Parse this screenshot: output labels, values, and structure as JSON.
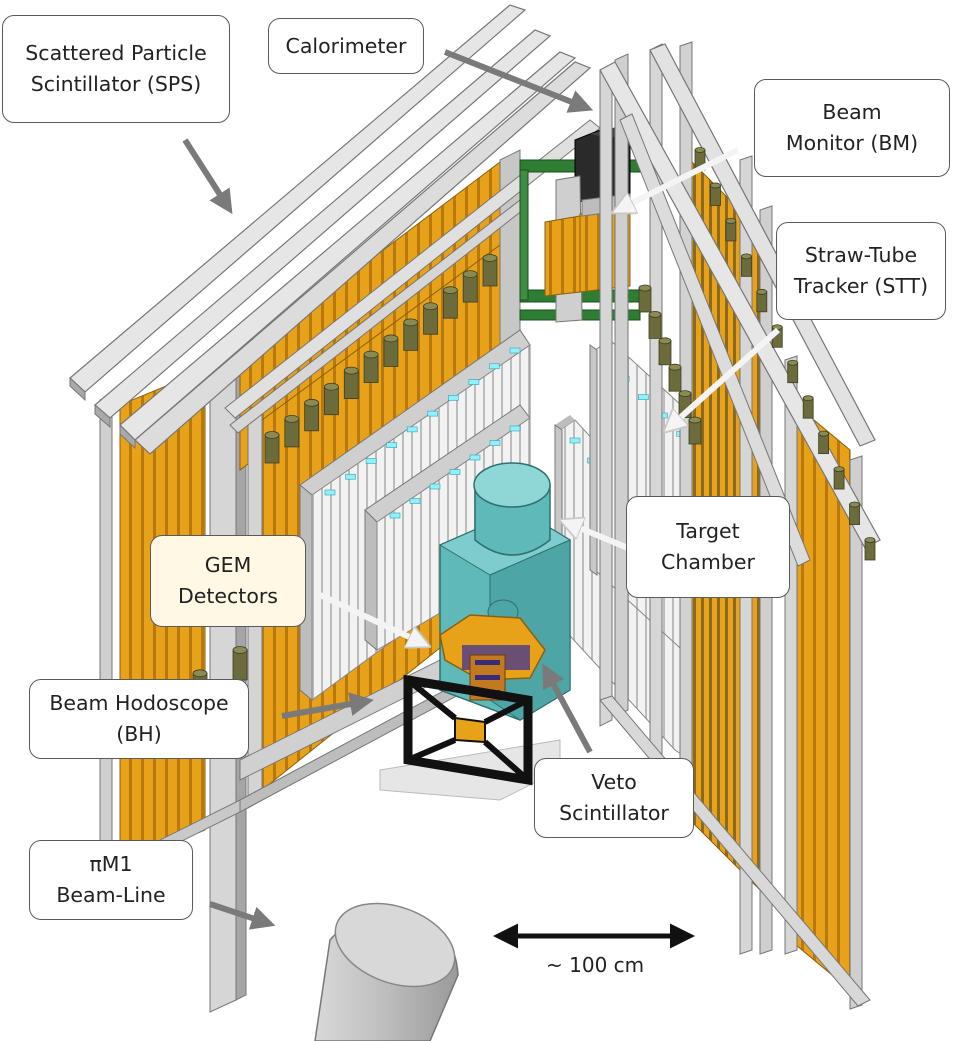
{
  "labels": {
    "sps": [
      "Scattered Particle",
      "Scintillator (SPS)"
    ],
    "calorimeter": [
      "Calorimeter"
    ],
    "beam_monitor": [
      "Beam",
      "Monitor (BM)"
    ],
    "stt": [
      "Straw-Tube",
      "Tracker (STT)"
    ],
    "target": [
      "Target",
      "Chamber"
    ],
    "gem": [
      "GEM",
      "Detectors"
    ],
    "bh": [
      "Beam Hodoscope",
      "(BH)"
    ],
    "veto": [
      "Veto",
      "Scintillator"
    ],
    "beamline": [
      "πM1",
      "Beam-Line"
    ]
  },
  "scale": {
    "text": "~ 100 cm"
  },
  "colors": {
    "frame_light": "#e2e2e2",
    "frame_mid": "#bdbdbd",
    "frame_dark": "#8c8c8c",
    "scintillator_orange": "#e8a21a",
    "pmt_olive": "#6b6b3c",
    "target_teal": "#5fb9b9",
    "calorimeter_black": "#2a2a2a",
    "bm_green": "#2e7d32",
    "gem_led_cyan": "#8ff0ff",
    "arrow_gray": "#7a7a7a",
    "arrow_white": "#f4f4f4"
  }
}
